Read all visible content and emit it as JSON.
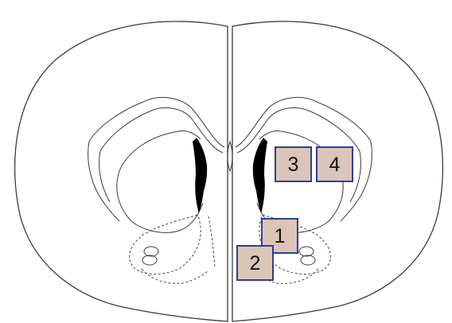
{
  "regions": [
    {
      "id": "roi-3",
      "label": "3"
    },
    {
      "id": "roi-4",
      "label": "4"
    },
    {
      "id": "roi-1",
      "label": "1"
    },
    {
      "id": "roi-2",
      "label": "2"
    }
  ],
  "colors": {
    "box_fill": "#dbc5b8",
    "box_stroke": "#2e3f93",
    "outline": "#3a3a3a",
    "ventricle": "#000000"
  }
}
